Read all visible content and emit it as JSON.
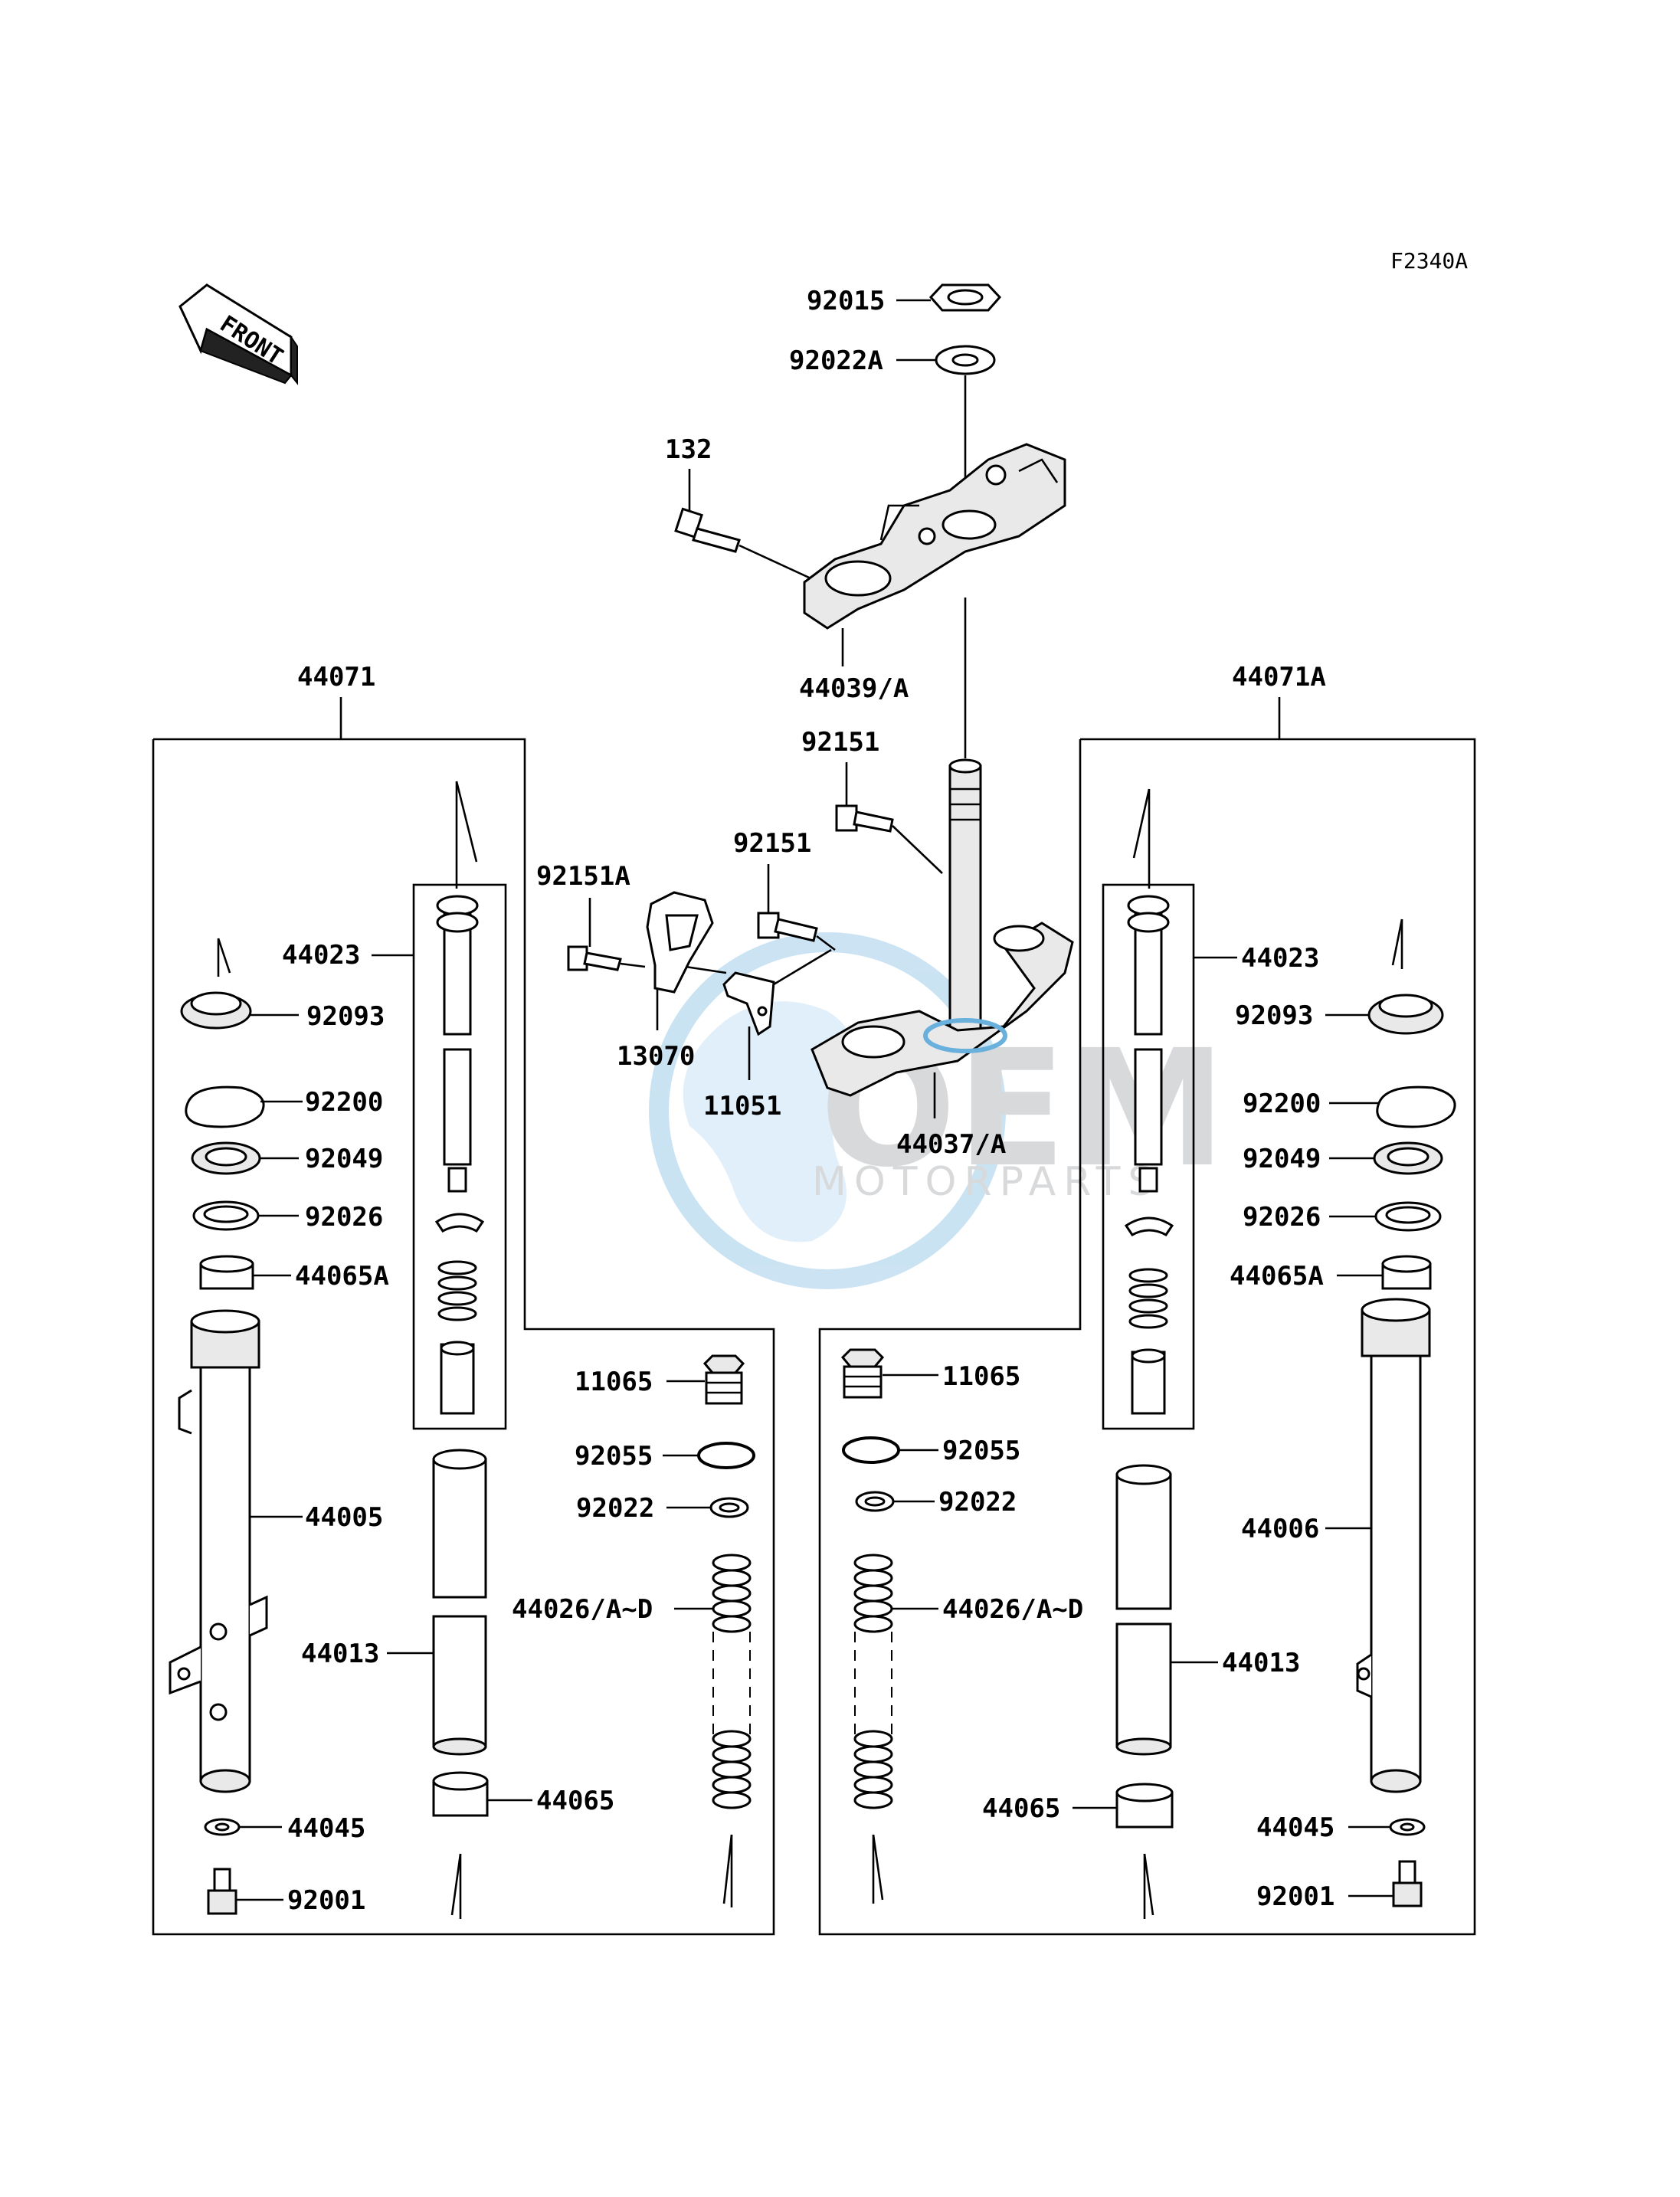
{
  "diagram": {
    "code": "F2340A",
    "front_label": "FRONT",
    "top": {
      "nut": "92015",
      "washer": "92022A",
      "bolt_upper": "132",
      "upper_bracket": "44039/A",
      "bolt_a": "92151",
      "bolt_b": "92151",
      "bolt_c": "92151A",
      "holder": "13070",
      "bracket": "11051",
      "stem": "44037/A"
    },
    "left_fork": {
      "assembly": "44071",
      "inner_tube": "44023",
      "cap": "92093",
      "circlip": "92200",
      "oil_seal": "92049",
      "washer": "92026",
      "bushing": "44065A",
      "outer_tube": "44005",
      "cylinder": "44013",
      "gasket": "44045",
      "bolt": "92001",
      "plug": "11065",
      "o_ring": "92055",
      "washer2": "92022",
      "spring": "44026/A~D",
      "guide": "44065"
    },
    "right_fork": {
      "assembly": "44071A",
      "inner_tube": "44023",
      "cap": "92093",
      "circlip": "92200",
      "oil_seal": "92049",
      "washer": "92026",
      "bushing": "44065A",
      "outer_tube": "44006",
      "cylinder": "44013",
      "gasket": "44045",
      "bolt": "92001",
      "plug": "11065",
      "o_ring": "92055",
      "washer2": "92022",
      "spring": "44026/A~D",
      "guide": "44065"
    },
    "watermark": {
      "brand": "OEM",
      "sub": "MOTORPARTS"
    }
  }
}
